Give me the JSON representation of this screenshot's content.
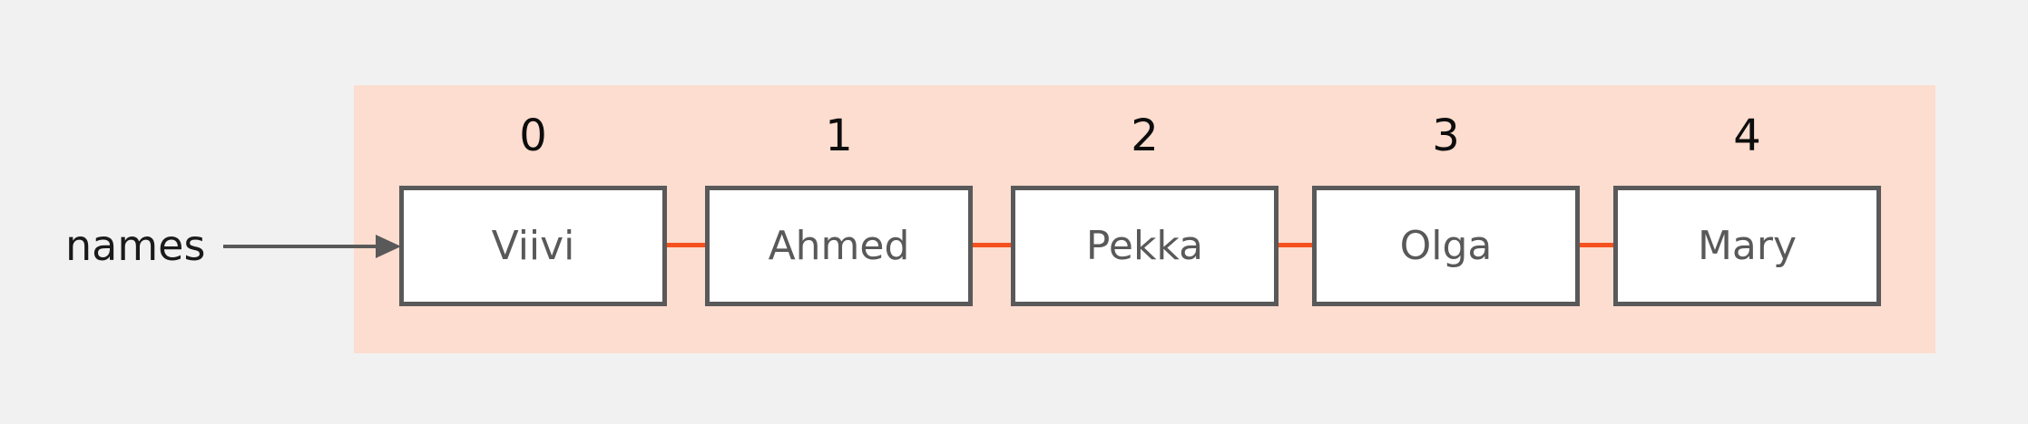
{
  "diagram": {
    "title": "names array diagram",
    "pointer": {
      "label": "names",
      "arrow_icon": "arrow-right-icon"
    },
    "array": {
      "indices": [
        "0",
        "1",
        "2",
        "3",
        "4"
      ],
      "values": [
        "Viivi",
        "Ahmed",
        "Pekka",
        "Olga",
        "Mary"
      ],
      "length": 5
    },
    "colors": {
      "page_background": "#f1f1f1",
      "band_background": "#fdddcf",
      "cell_background": "#ffffff",
      "cell_border": "#595959",
      "cell_text": "#595959",
      "index_text": "#0d0d0d",
      "pointer_text": "#1a1a1a",
      "connector": "#f4511e",
      "arrow": "#595959"
    }
  }
}
